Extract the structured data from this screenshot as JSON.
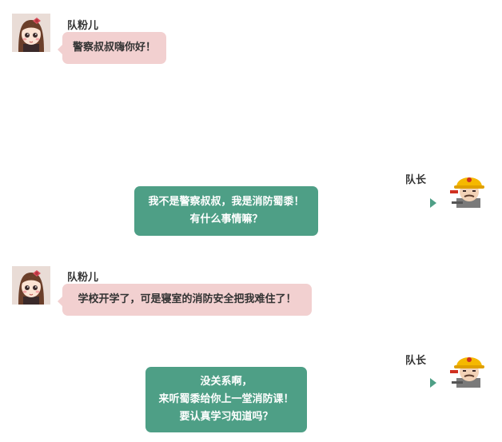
{
  "colors": {
    "fan_bubble": "#f2d0d0",
    "captain_bubble": "#4e9f86",
    "fan_text": "#333333",
    "captain_text": "#ffffff"
  },
  "messages": [
    {
      "sender": "队粉儿",
      "avatar": "girl-avatar-icon",
      "side": "left",
      "lines": [
        "警察叔叔嗨你好！"
      ]
    },
    {
      "sender": "队长",
      "avatar": "firefighter-avatar-icon",
      "side": "right",
      "lines": [
        "我不是警察叔叔，我是消防蜀黍！",
        "有什么事情嘛？"
      ]
    },
    {
      "sender": "队粉儿",
      "avatar": "girl-avatar-icon",
      "side": "left",
      "lines": [
        "学校开学了，可是寝室的消防安全把我难住了！"
      ]
    },
    {
      "sender": "队长",
      "avatar": "firefighter-avatar-icon",
      "side": "right",
      "lines": [
        "没关系啊，",
        "来听蜀黍给你上一堂消防课！",
        "要认真学习知道吗？"
      ]
    }
  ]
}
